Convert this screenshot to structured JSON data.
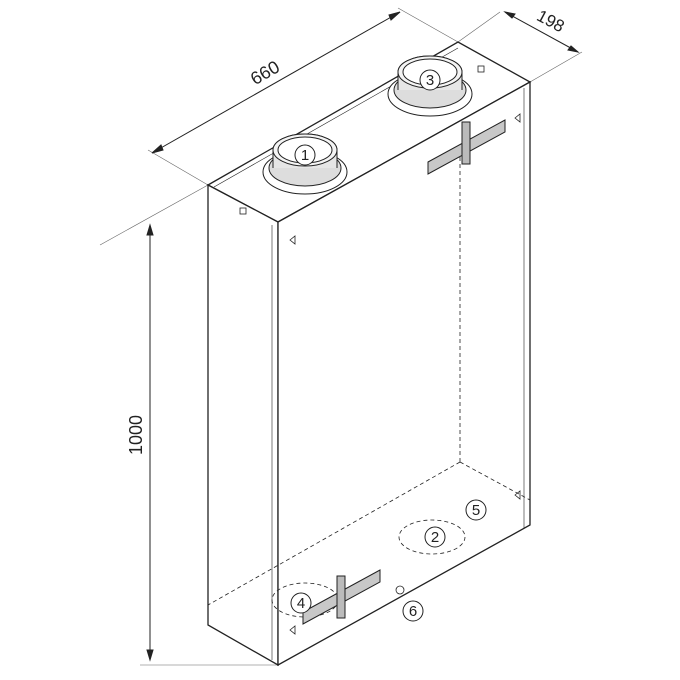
{
  "dimensions": {
    "width": "660",
    "depth": "198",
    "height": "1000"
  },
  "callouts": [
    "1",
    "2",
    "3",
    "4",
    "5",
    "6"
  ],
  "colors": {
    "line": "#222222",
    "duct": "#cfcfcf",
    "slot": "#b8b8b8"
  }
}
